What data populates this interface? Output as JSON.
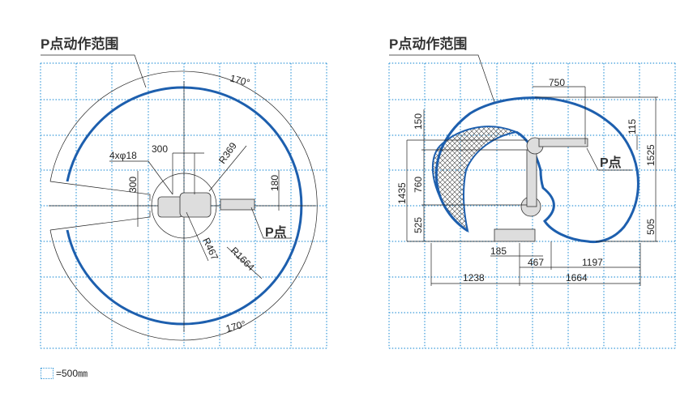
{
  "top_view": {
    "title": "P点动作范围",
    "angle_top": "170°",
    "angle_bottom": "170°",
    "hole_label": "4xφ18",
    "dim_300_h": "300",
    "dim_300_v": "300",
    "r369": "R369",
    "r467": "R467",
    "r1664": "R1664",
    "dim_180": "180",
    "p_point": "P点"
  },
  "side_view": {
    "title": "P点动作范围",
    "dim_750": "750",
    "dim_115": "115",
    "dim_1525": "1525",
    "dim_505": "505",
    "dim_150": "150",
    "dim_1435": "1435",
    "dim_760": "760",
    "dim_525": "525",
    "dim_185": "185",
    "dim_467": "467",
    "dim_1197": "1197",
    "dim_1238": "1238",
    "dim_1664": "1664",
    "p_point": "P点"
  },
  "legend": {
    "scale": "=500㎜"
  },
  "colors": {
    "grid": "#3a9ad9",
    "range": "#1d5fae"
  }
}
